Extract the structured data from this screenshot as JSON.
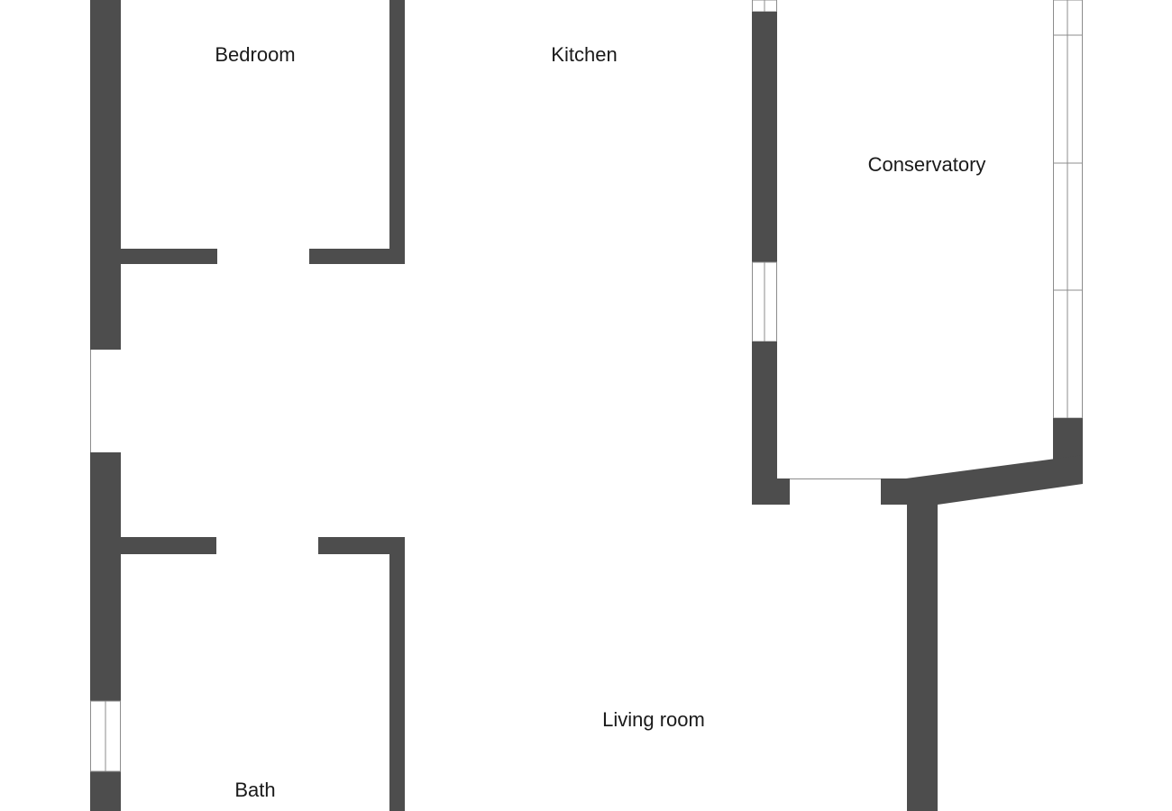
{
  "colors": {
    "wall": "#4d4d4d",
    "window": "#8c8c8c",
    "label": "#1a1a1a",
    "background": "#ffffff"
  },
  "rooms": {
    "bedroom": "Bedroom",
    "kitchen": "Kitchen",
    "conservatory": "Conservatory",
    "living_room": "Living room",
    "bath": "Bath"
  }
}
